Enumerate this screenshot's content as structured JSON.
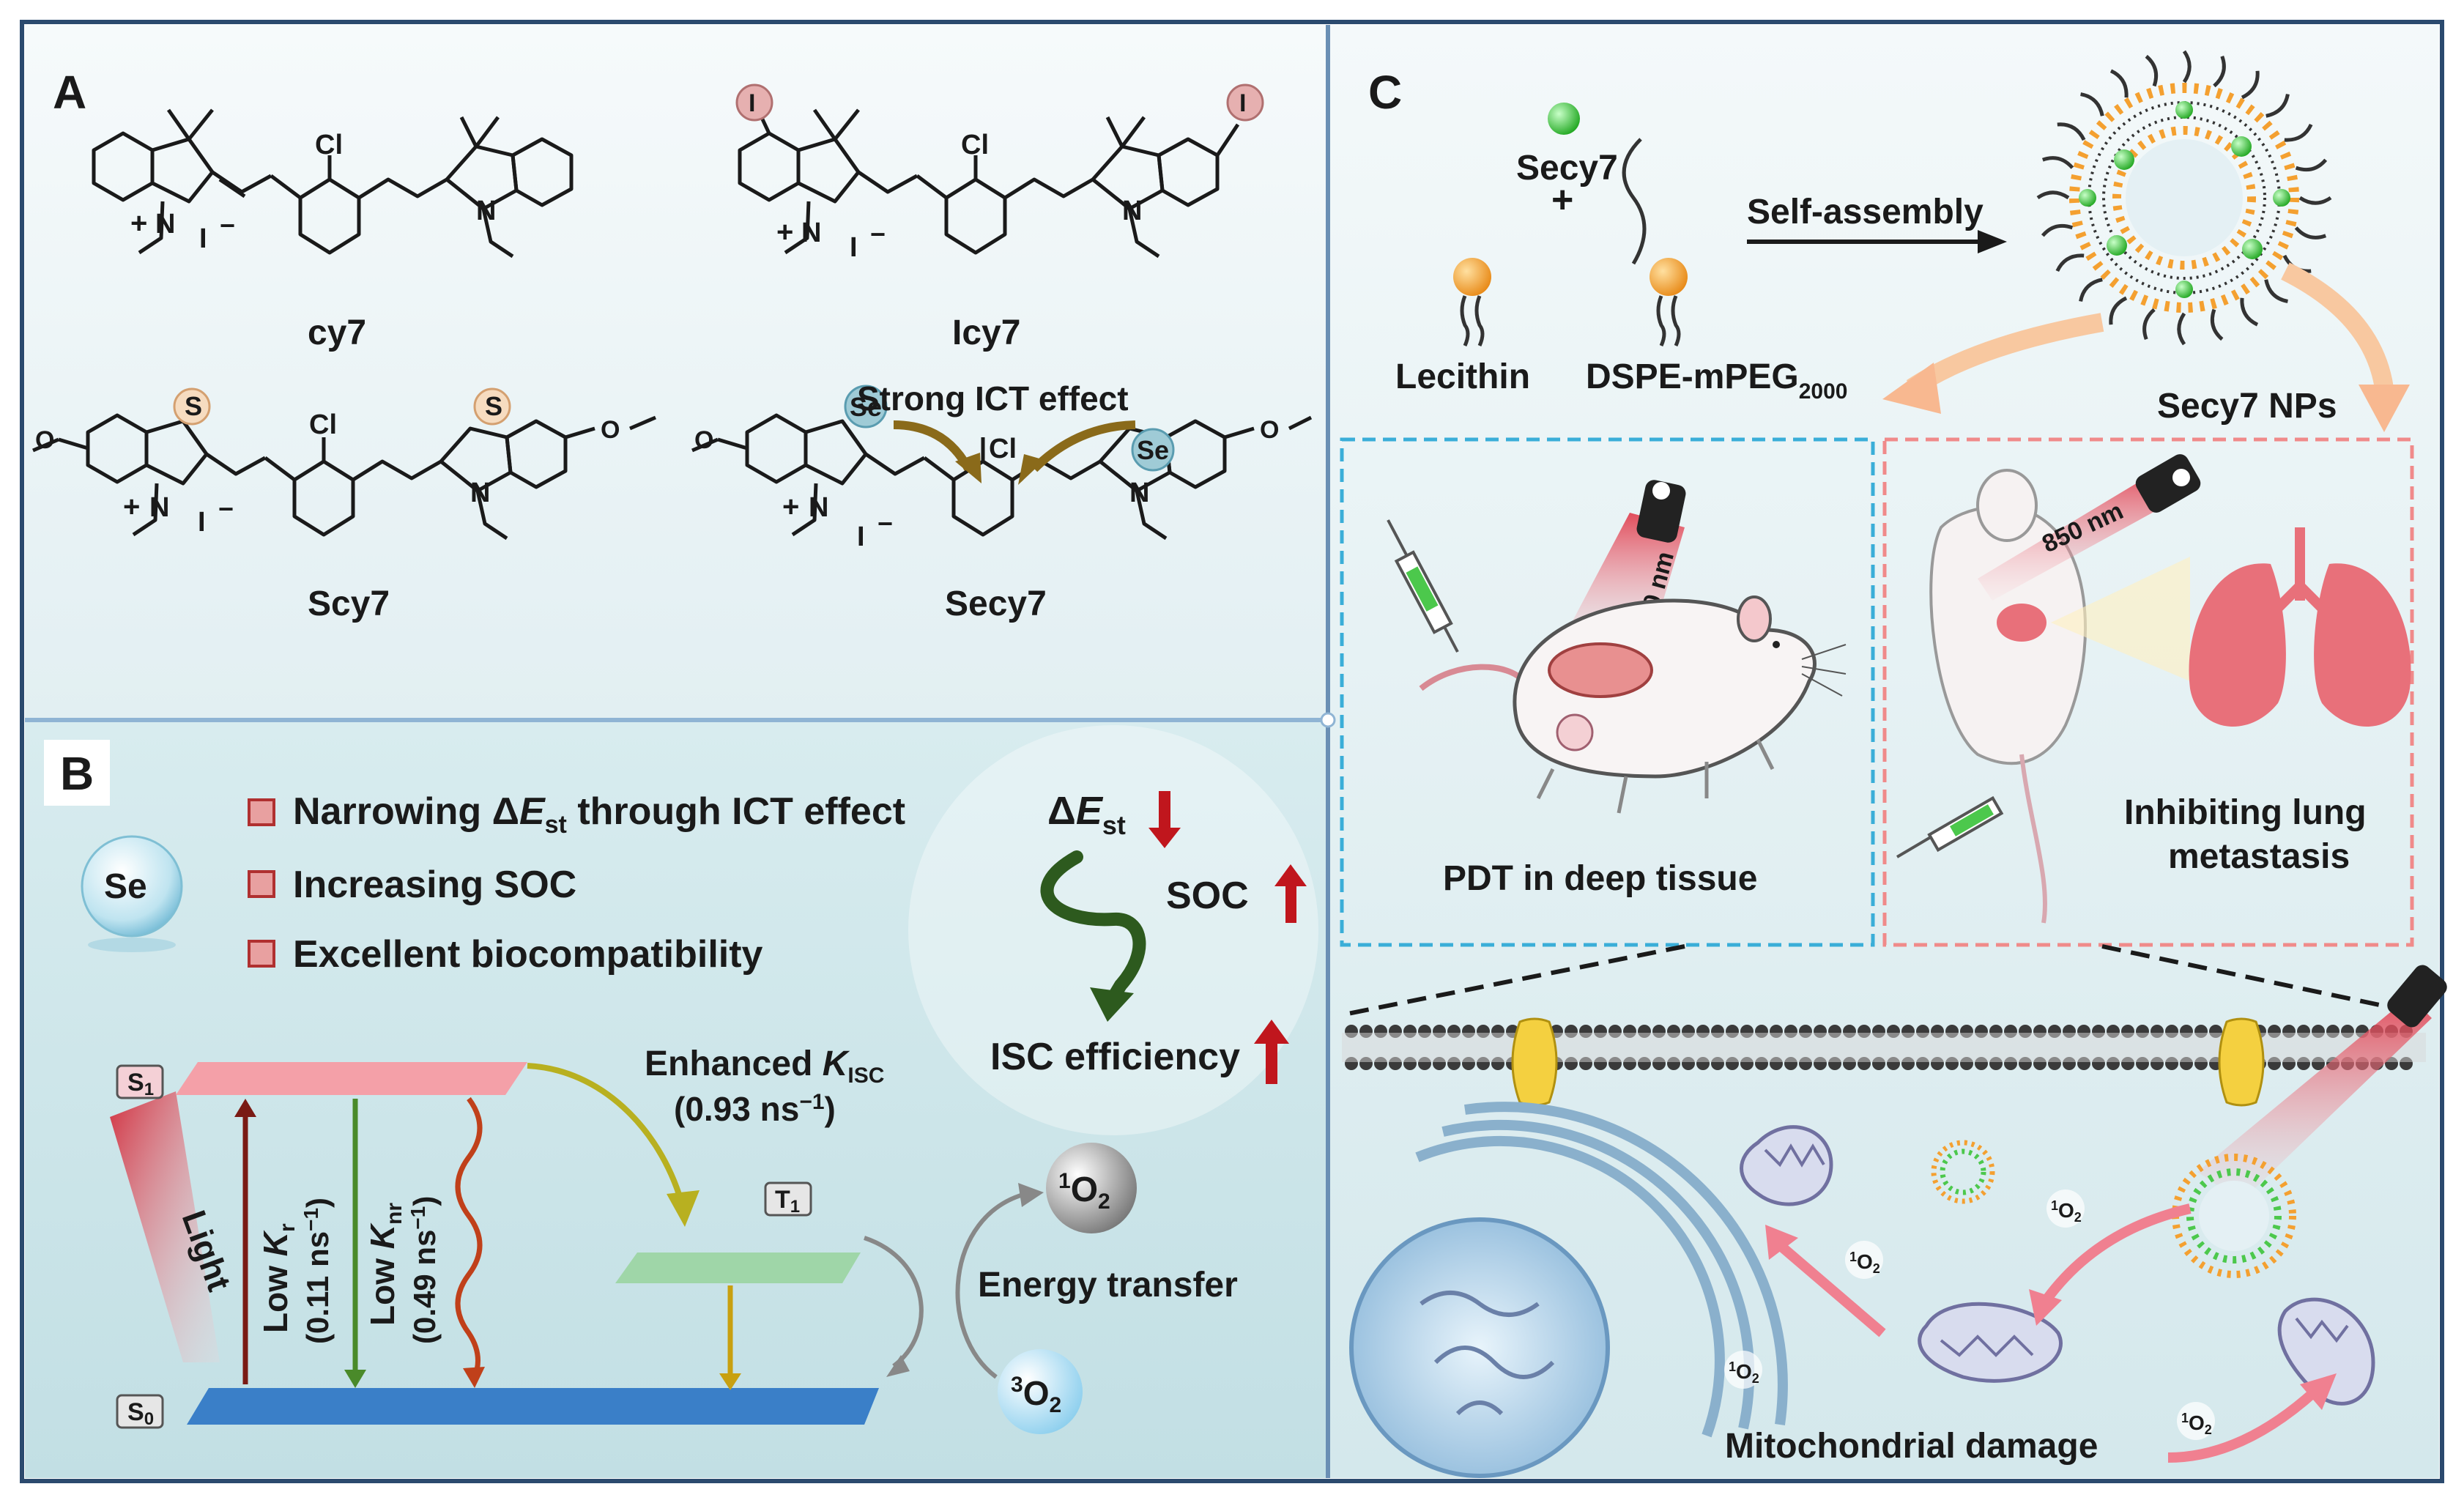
{
  "panels": {
    "a": {
      "letter": "A"
    },
    "b": {
      "letter": "B"
    },
    "c": {
      "letter": "C"
    }
  },
  "panel_a": {
    "compounds": [
      "cy7",
      "Icy7",
      "Scy7",
      "Secy7"
    ],
    "atom_cl": "Cl",
    "atom_n": "N",
    "atom_s": "S",
    "atom_se": "Se",
    "atom_i": "I",
    "counter_ion": "I",
    "plus": "+",
    "minus": "−",
    "methoxy_o": "O",
    "ict_label": "Strong ICT effect"
  },
  "panel_b": {
    "se_badge": "Se",
    "bullets": [
      {
        "pre": "Narrowing Δ",
        "italic": "E",
        "sub": "st",
        "post": " through ICT effect"
      },
      {
        "pre": "Increasing SOC"
      },
      {
        "pre": "Excellent biocompatibility"
      }
    ],
    "right_chain": {
      "delta": "Δ",
      "e": "E",
      "st": "st",
      "soc": "SOC",
      "isc": "ISC efficiency"
    },
    "diagram": {
      "s1_label": "S",
      "s1_sub": "1",
      "s0_label": "S",
      "s0_sub": "0",
      "t1_label": "T",
      "t1_sub": "1",
      "light": "Light",
      "kr_line1_pre": "Low ",
      "kr_k": "K",
      "kr_sub": "r",
      "kr_line2_pre": "(0.11 ns",
      "kr_line2_sup": "−1",
      "kr_line2_post": ")",
      "knr_line1_pre": "Low ",
      "knr_k": "K",
      "knr_sub": "nr",
      "knr_line2_pre": "(0.49 ns",
      "knr_line2_sup": "−1",
      "knr_line2_post": ")",
      "isc_line1_pre": "Enhanced ",
      "isc_k": "K",
      "isc_sub": "ISC",
      "isc_line2_pre": "(0.93 ns",
      "isc_line2_sup": "−1",
      "isc_line2_post": ")",
      "singlet_o2_sup": "1",
      "singlet_o2": "O",
      "singlet_o2_sub": "2",
      "triplet_o2_sup": "3",
      "triplet_o2": "O",
      "triplet_o2_sub": "2",
      "energy_transfer": "Energy transfer"
    }
  },
  "panel_c": {
    "secy7": "Secy7",
    "plus": "+",
    "lecithin": "Lecithin",
    "dspe_main": "DSPE-mPEG",
    "dspe_sub": "2000",
    "self_assembly": "Self-assembly",
    "nps": "Secy7 NPs",
    "wavelength": "850 nm",
    "pdt": "PDT in deep tissue",
    "inhibit_line1": "Inhibiting lung",
    "inhibit_line2": "metastasis",
    "mito_damage": "Mitochondrial damage",
    "singlet_sup": "1",
    "singlet_o": "O",
    "singlet_sub": "2"
  },
  "colors": {
    "frame": "#2b4a6e",
    "panel_a_bg": "#eef5f7",
    "panel_b_bg": "#cfe6ea",
    "panel_c_bg": "#dcecf0",
    "ring_fill": "#c8e6a0",
    "s1_bar": "#f4a0a8",
    "t1_bar": "#9fd6a8",
    "s0_bar": "#3a7fc8",
    "red_arrow": "#c0161d",
    "dark_green": "#2d5a1e",
    "olive_text": "#6b6b1a",
    "brown_text": "#8b3a1a",
    "pdt_box": "#3aaed8",
    "lung_box": "#f08a8a",
    "lung": "#e8707a",
    "nanoparticle_green": "#4cc84c",
    "lipid_orange": "#f4a030"
  }
}
